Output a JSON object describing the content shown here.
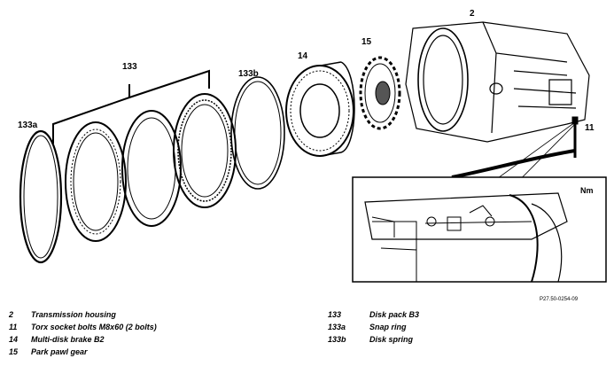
{
  "callouts": {
    "c2": "2",
    "c11": "11",
    "c14": "14",
    "c15": "15",
    "c133": "133",
    "c133a": "133a",
    "c133b": "133b",
    "torque": "Nm"
  },
  "figure_code": "P27.50-0254-09",
  "legend_left": [
    {
      "num": "2",
      "text": "Transmission housing"
    },
    {
      "num": "11",
      "text": "Torx socket bolts M8x60 (2 bolts)"
    },
    {
      "num": "14",
      "text": "Multi-disk brake B2"
    },
    {
      "num": "15",
      "text": "Park pawl gear"
    }
  ],
  "legend_right": [
    {
      "num": "133",
      "text": "Disk pack B3"
    },
    {
      "num": "133a",
      "text": "Snap ring"
    },
    {
      "num": "133b",
      "text": "Disk spring"
    }
  ]
}
